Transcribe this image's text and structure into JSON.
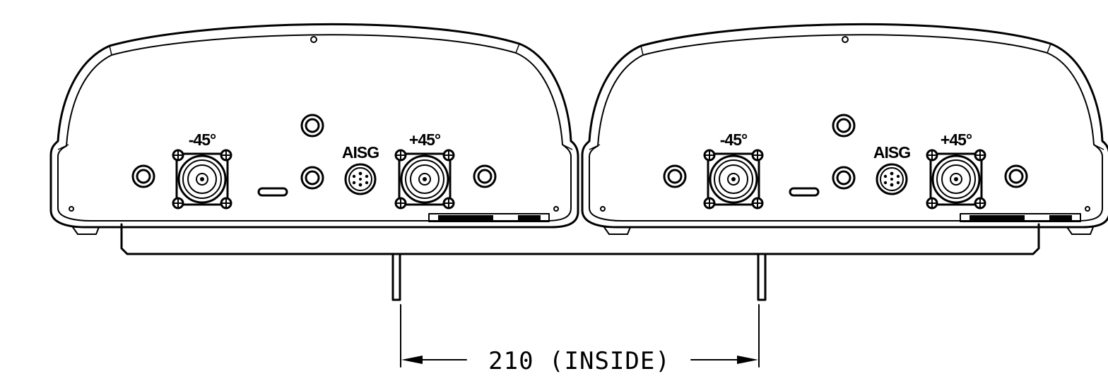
{
  "colors": {
    "stroke": "#000000",
    "background": "#ffffff"
  },
  "units": [
    {
      "id": "left",
      "labels": {
        "port_minus": "-45°",
        "aisg": "AISG",
        "port_plus": "+45°"
      }
    },
    {
      "id": "right",
      "labels": {
        "port_minus": "-45°",
        "aisg": "AISG",
        "port_plus": "+45°"
      }
    }
  ],
  "dimension": {
    "label": "210 (INSIDE)"
  }
}
